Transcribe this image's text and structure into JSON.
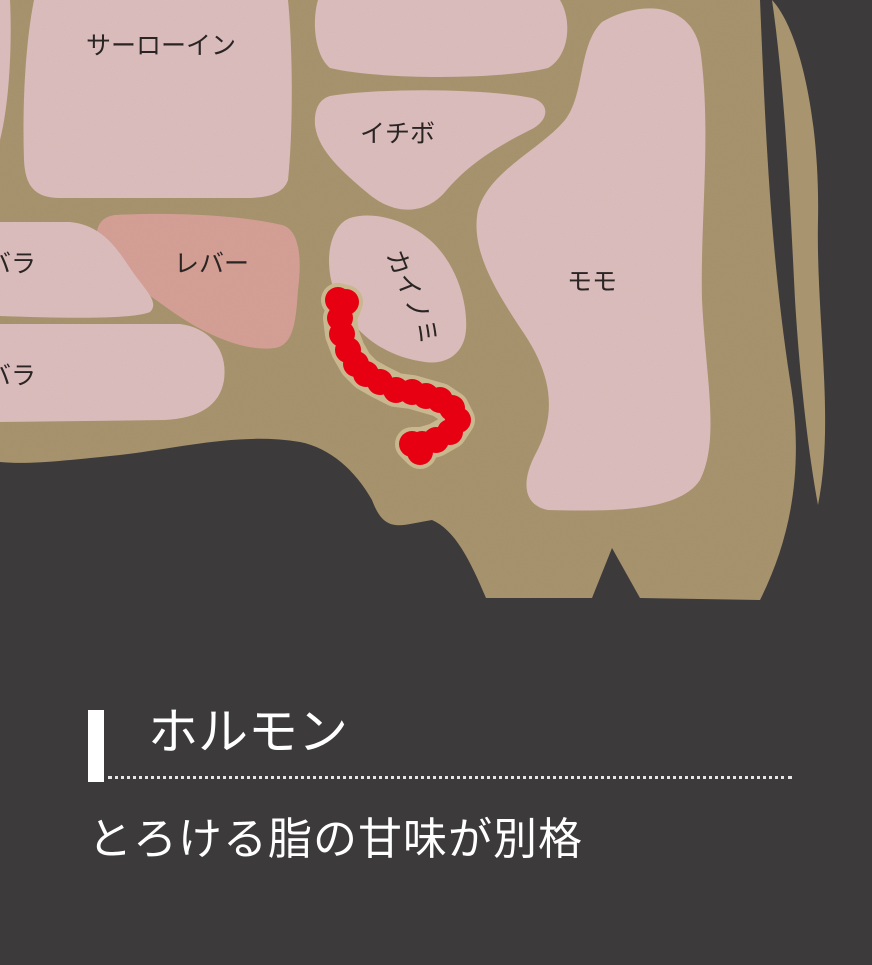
{
  "cuts": {
    "sirloin": "サーローイン",
    "ichibo": "イチボ",
    "bara_upper": "バラ",
    "liver": "レバー",
    "kainomi": "カイノミ",
    "momo": "モモ",
    "bara_lower": "バラ"
  },
  "highlight_color": "#e60012",
  "caption": {
    "title": "ホルモン",
    "subtitle": "とろける脂の甘味が別格"
  }
}
